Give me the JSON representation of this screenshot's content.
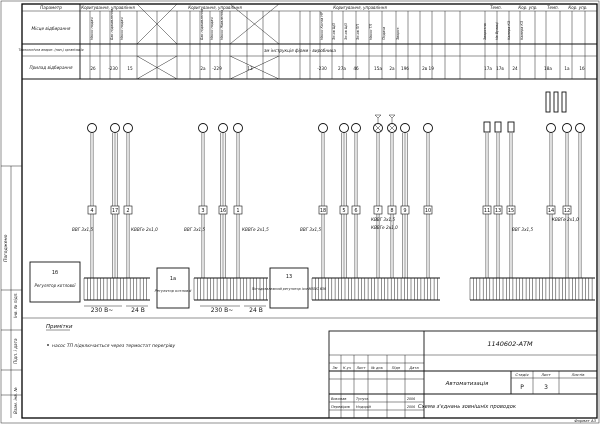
{
  "header": {
    "row_labels": [
      "Параметр",
      "Місце відбирання",
      "Технологічна апарат. (нап.) організація",
      "Прилад відбирання"
    ],
    "group_titles": [
      "Коригування, управління",
      "Коригування, управління",
      "Коригування, управління",
      "Темп.",
      "Кор. упр.",
      "Темп.",
      "Кор. упр."
    ],
    "mid_note": "зм інструкція фірми - виробника",
    "place_labels": [
      "Насос подачі",
      "Бак підживлення",
      "Насос подачі",
      "Бак підживлення",
      "Насос подачі",
      "Насос Живлення",
      "Насос Котла НР",
      "Зн-ов ЩО",
      "Зн-ов ЩО",
      "Зн-ов ПП",
      "Насос ТП",
      "Подача",
      "Зворот.",
      "Зворотна",
      "На Вулиці",
      "Камера КЗ",
      "Камера КЗ"
    ],
    "device_labels": [
      "2б",
      "-230",
      "15",
      "2а",
      "-229",
      "13",
      "-230",
      "27а",
      "46",
      "15а",
      "2а",
      "19б",
      "2в 19",
      "17а",
      "17в",
      "24",
      "18а",
      "1а",
      "1б"
    ]
  },
  "diagram": {
    "wire_labels": [
      "ВВГ 3х1,5",
      "КВВГе 2х1,0",
      "ВВГ 3х1,5",
      "КВВГе 2х1,5",
      "ВВГ 3х1,5",
      "КВВГ 3х1,5",
      "КВВГе 2х1,0",
      "ВВГ 3х1,5",
      "КВВГе 2х1,0"
    ],
    "cable_numbers": [
      "4",
      "17",
      "2",
      "3",
      "16",
      "1",
      "18",
      "5",
      "6",
      "7",
      "8",
      "9",
      "10",
      "11",
      "13",
      "15",
      "14",
      "12"
    ],
    "boxes": [
      {
        "num": "1б",
        "label": "Регулятор котлової"
      },
      {
        "num": "1а",
        "label": "Регулятор котлової"
      },
      {
        "num": "13",
        "label": "Погодозалежний регулятор iconMATIC 636"
      }
    ],
    "voltages": [
      "230 В~",
      "24 В",
      "230 В~",
      "24 В"
    ]
  },
  "left_margin": {
    "labels": [
      "Погоджено",
      "Інв. № підп.",
      "Підп. і дата",
      "Взам. інв. №"
    ]
  },
  "notes": {
    "title": "Примітки",
    "items": [
      "насос ТП підключається через термостат перегріву"
    ]
  },
  "title_block": {
    "code": "1140602-АТМ",
    "section": "Автоматизація",
    "drawing_title": "Схема з'єднань зовнішніх проводок",
    "col_headers": [
      "Зм",
      "К.уч",
      "Лист",
      "№ док",
      "Підп",
      "Дата"
    ],
    "roles": [
      {
        "role": "Виконав",
        "name": "Тупусь",
        "date": "2006"
      },
      {
        "role": "Перевірив",
        "name": "Нодорій",
        "date": "2006"
      }
    ],
    "stage_label": "Стадія",
    "sheet_label": "Лист",
    "sheets_label": "Листів",
    "stage": "Р",
    "sheet": "3",
    "sheets": ""
  },
  "format": "Формат А3"
}
